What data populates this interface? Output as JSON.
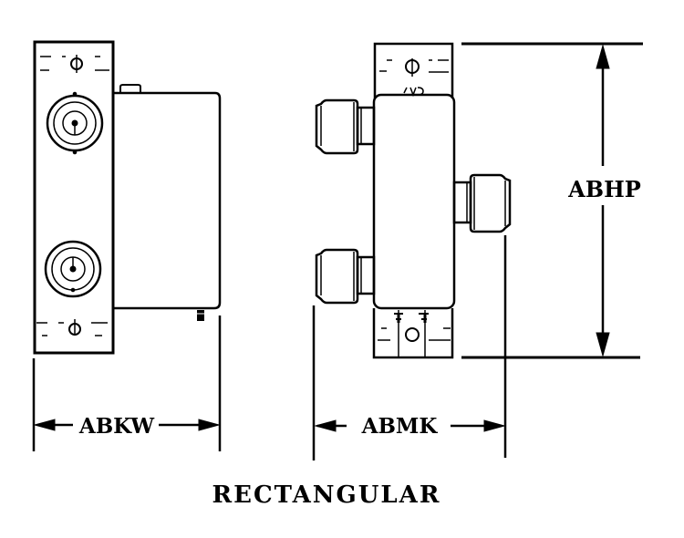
{
  "diagram": {
    "title": "RECTANGULAR",
    "views": [
      {
        "name": "side-view",
        "dimension_label": "ABKW",
        "dimension_axis": "horizontal"
      },
      {
        "name": "front-view",
        "dimension_label": "ABMK",
        "dimension_axis": "horizontal"
      }
    ],
    "height_dimension_label": "ABHP",
    "colors": {
      "line": "#000000",
      "background": "#ffffff"
    }
  }
}
